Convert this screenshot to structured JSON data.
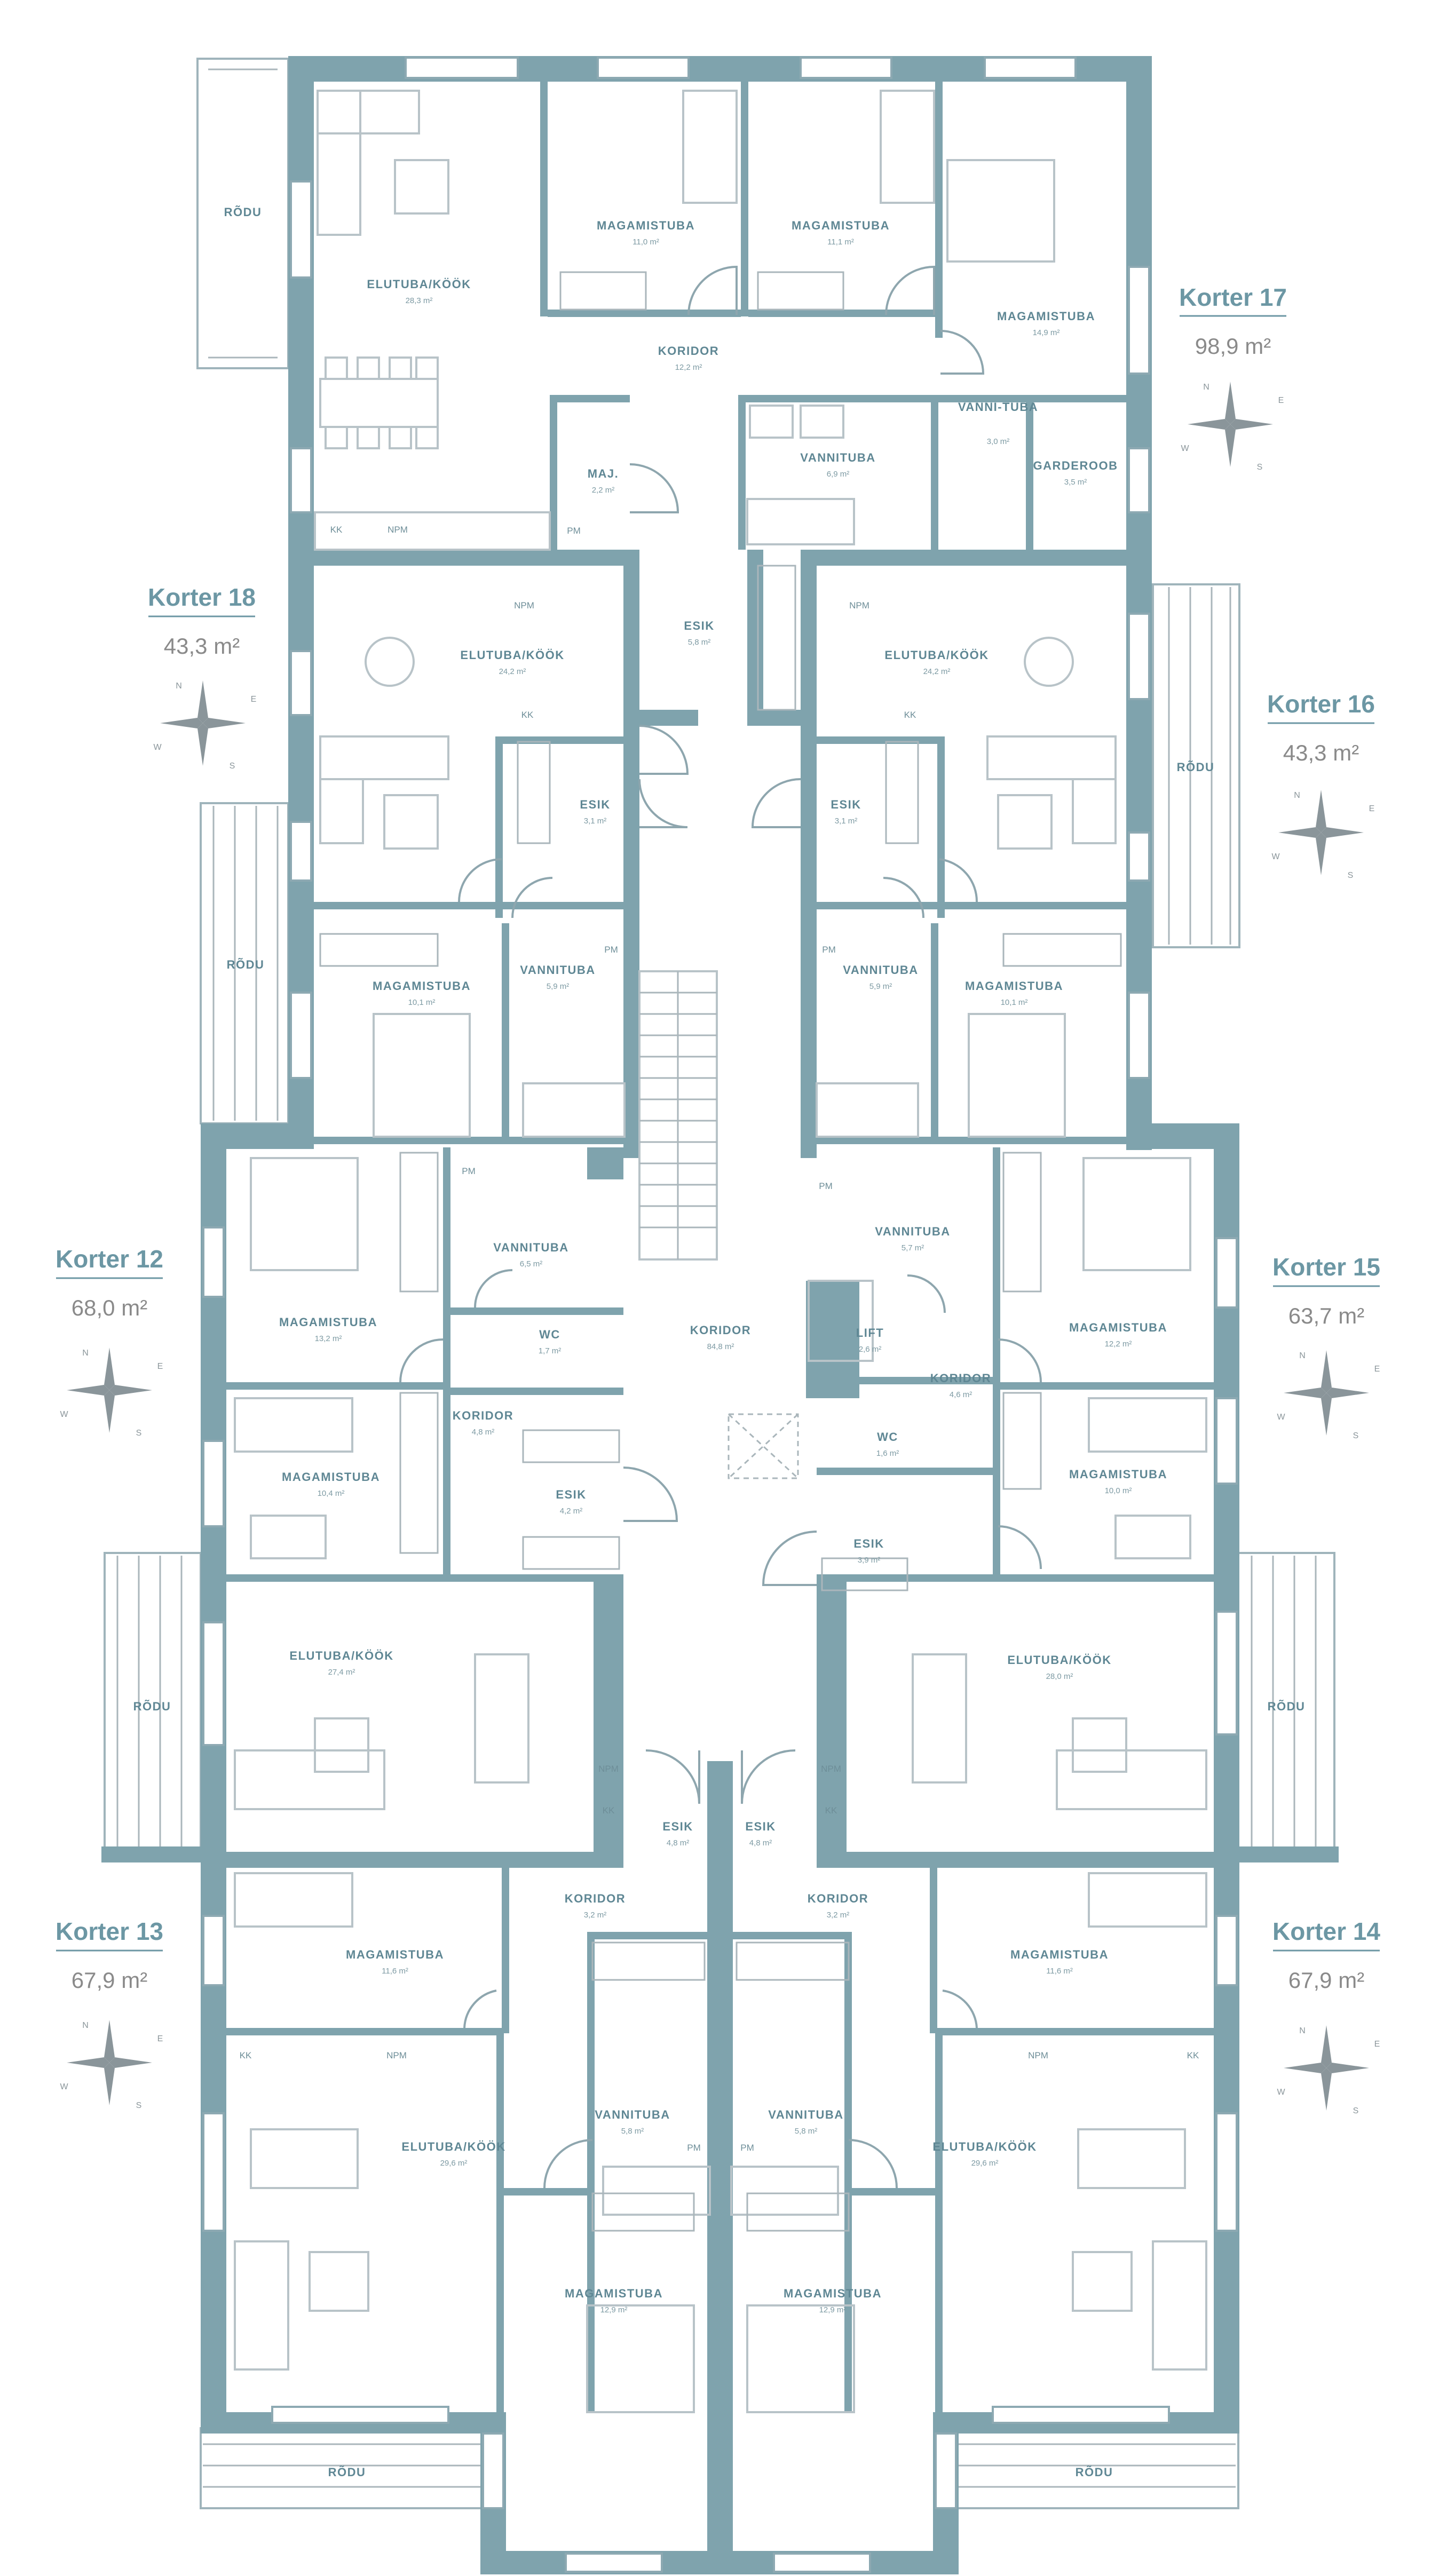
{
  "plan": {
    "apartments": [
      {
        "id": "k17",
        "name": "Korter 17",
        "area": "98,9 m²"
      },
      {
        "id": "k18",
        "name": "Korter 18",
        "area": "43,3 m²"
      },
      {
        "id": "k16",
        "name": "Korter 16",
        "area": "43,3 m²"
      },
      {
        "id": "k12",
        "name": "Korter 12",
        "area": "68,0 m²"
      },
      {
        "id": "k15",
        "name": "Korter 15",
        "area": "63,7 m²"
      },
      {
        "id": "k13",
        "name": "Korter 13",
        "area": "67,9 m²"
      },
      {
        "id": "k14",
        "name": "Korter 14",
        "area": "67,9 m²"
      }
    ],
    "rooms": [
      {
        "name": "ELUTUBA/KÖÖK",
        "area": "28,3 m²"
      },
      {
        "name": "MAGAMISTUBA",
        "area": "11,0 m²"
      },
      {
        "name": "MAGAMISTUBA",
        "area": "11,1 m²"
      },
      {
        "name": "MAGAMISTUBA",
        "area": "14,9 m²"
      },
      {
        "name": "KORIDOR",
        "area": "12,2 m²"
      },
      {
        "name": "VANNITUBA",
        "area": "6,9 m²"
      },
      {
        "name": "VANNI-TUBA",
        "area": "3,0 m²"
      },
      {
        "name": "GARDEROOB",
        "area": "3,5 m²"
      },
      {
        "name": "MAJ.",
        "area": "2,2 m²"
      },
      {
        "name": "ESIK",
        "area": "5,8 m²"
      },
      {
        "name": "ELUTUBA/KÖÖK",
        "area": "24,2 m²"
      },
      {
        "name": "ELUTUBA/KÖÖK",
        "area": "24,2 m²"
      },
      {
        "name": "ESIK",
        "area": "3,1 m²"
      },
      {
        "name": "ESIK",
        "area": "3,1 m²"
      },
      {
        "name": "MAGAMISTUBA",
        "area": "10,1 m²"
      },
      {
        "name": "VANNITUBA",
        "area": "5,9 m²"
      },
      {
        "name": "VANNITUBA",
        "area": "5,9 m²"
      },
      {
        "name": "MAGAMISTUBA",
        "area": "10,1 m²"
      },
      {
        "name": "MAGAMISTUBA",
        "area": "13,2 m²"
      },
      {
        "name": "VANNITUBA",
        "area": "6,5 m²"
      },
      {
        "name": "WC",
        "area": "1,7 m²"
      },
      {
        "name": "KORIDOR",
        "area": "4,8 m²"
      },
      {
        "name": "MAGAMISTUBA",
        "area": "10,4 m²"
      },
      {
        "name": "ESIK",
        "area": "4,2 m²"
      },
      {
        "name": "ELUTUBA/KÖÖK",
        "area": "27,4 m²"
      },
      {
        "name": "KORIDOR",
        "area": "84,8 m²"
      },
      {
        "name": "VANNITUBA",
        "area": "5,7 m²"
      },
      {
        "name": "LIFT",
        "area": "2,6 m²"
      },
      {
        "name": "KORIDOR",
        "area": "4,6 m²"
      },
      {
        "name": "WC",
        "area": "1,6 m²"
      },
      {
        "name": "ESIK",
        "area": "3,9 m²"
      },
      {
        "name": "MAGAMISTUBA",
        "area": "12,2 m²"
      },
      {
        "name": "MAGAMISTUBA",
        "area": "10,0 m²"
      },
      {
        "name": "ELUTUBA/KÖÖK",
        "area": "28,0 m²"
      },
      {
        "name": "ESIK",
        "area": "4,8 m²"
      },
      {
        "name": "ESIK",
        "area": "4,8 m²"
      },
      {
        "name": "KORIDOR",
        "area": "3,2 m²"
      },
      {
        "name": "KORIDOR",
        "area": "3,2 m²"
      },
      {
        "name": "MAGAMISTUBA",
        "area": "11,6 m²"
      },
      {
        "name": "MAGAMISTUBA",
        "area": "11,6 m²"
      },
      {
        "name": "VANNITUBA",
        "area": "5,8 m²"
      },
      {
        "name": "VANNITUBA",
        "area": "5,8 m²"
      },
      {
        "name": "ELUTUBA/KÖÖK",
        "area": "29,6 m²"
      },
      {
        "name": "ELUTUBA/KÖÖK",
        "area": "29,6 m²"
      },
      {
        "name": "MAGAMISTUBA",
        "area": "12,9 m²"
      },
      {
        "name": "MAGAMISTUBA",
        "area": "12,9 m²"
      }
    ],
    "balcony_label": "RÕDU",
    "fixture_tags": {
      "kk": "KK",
      "npm": "NPM",
      "pm": "PM"
    },
    "compass": {
      "n": "N",
      "e": "E",
      "s": "S",
      "w": "W"
    },
    "colors": {
      "wall": "#7fa3ad",
      "apartment_label": "#6c97a4",
      "area_text": "#8a8a8a",
      "room_label": "#5f8794",
      "wardrobe_stripe": "#e06b73"
    }
  }
}
